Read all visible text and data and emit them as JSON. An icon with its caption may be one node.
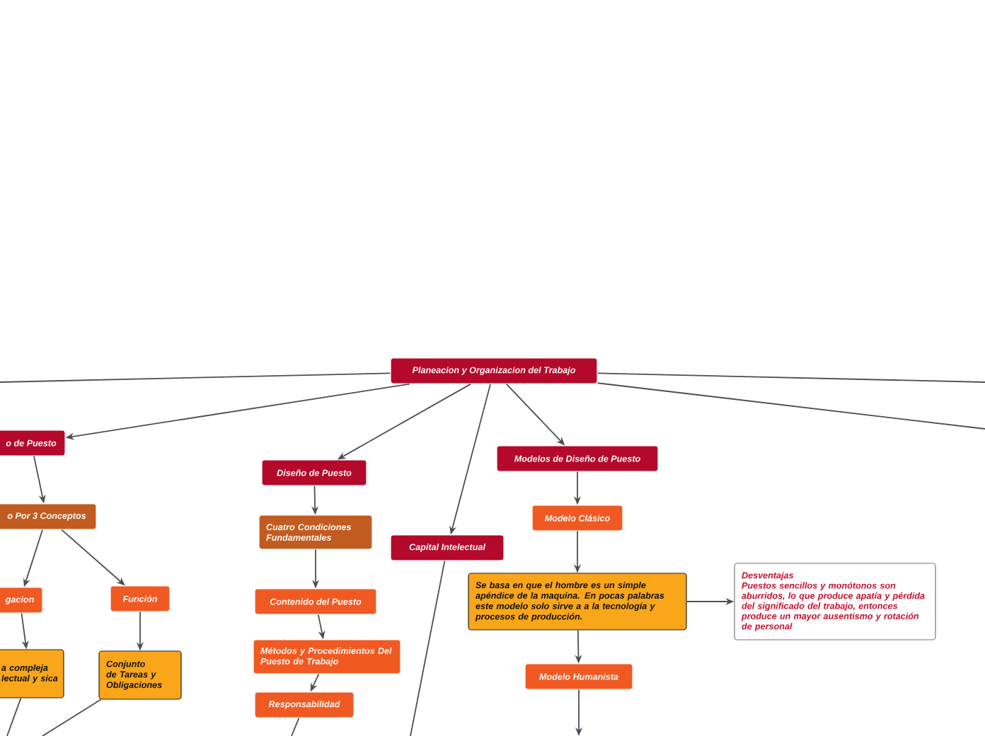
{
  "diagram": {
    "nodes": [
      {
        "text": [
          "Planeacion y Organizacion del Trabajo"
        ]
      },
      {
        "text": [
          "o de Puesto"
        ]
      },
      {
        "text": [
          "Diseño de Puesto"
        ]
      },
      {
        "text": [
          "Capital Intelectual"
        ]
      },
      {
        "text": [
          "Modelos de Diseño de Puesto"
        ]
      },
      {
        "text": [
          "o Por 3 Conceptos"
        ]
      },
      {
        "text": [
          "gacion"
        ]
      },
      {
        "text": [
          "Función"
        ]
      },
      {
        "text": [
          "a compleja lectual y sica"
        ]
      },
      {
        "text": [
          "Conjunto de Tareas y Obligaciones"
        ]
      },
      {
        "text": [
          "Cuatro Condiciones Fundamentales"
        ]
      },
      {
        "text": [
          "Contenido del Puesto"
        ]
      },
      {
        "text": [
          "Métodos y Procedimientos Del Puesto de Trabajo"
        ]
      },
      {
        "text": [
          "Responsabilidad"
        ]
      },
      {
        "text": [
          "Modelo Clásico"
        ]
      },
      {
        "text": [
          "Se basa en que el hombre es un simple apéndice de la maquina. En pocas palabras este modelo solo sirve a a la tecnología y procesos de producción."
        ]
      },
      {
        "text": [
          "Desventajas",
          "Puestos sencillos y monótonos son aburridos, lo que produce apatía y pérdida del significado del trabajo, entonces produce un mayor ausentismo y rotación de personal"
        ]
      },
      {
        "text": [
          "Modelo Humanista"
        ]
      }
    ],
    "edges": [
      {
        "from": 0,
        "to": null,
        "arrow": "none"
      },
      {
        "from": 0,
        "to": 1,
        "arrow": "to"
      },
      {
        "from": 0,
        "to": 2,
        "arrow": "to"
      },
      {
        "from": 0,
        "to": 3,
        "arrow": "to"
      },
      {
        "from": 0,
        "to": 4,
        "arrow": "to"
      },
      {
        "from": 0,
        "to": null,
        "arrow": "none"
      },
      {
        "from": 0,
        "to": null,
        "arrow": "none"
      },
      {
        "from": 1,
        "to": 5,
        "arrow": "to"
      },
      {
        "from": 5,
        "to": 6,
        "arrow": "to"
      },
      {
        "from": 5,
        "to": 7,
        "arrow": "to"
      },
      {
        "from": 6,
        "to": 8,
        "arrow": "to"
      },
      {
        "from": 7,
        "to": 9,
        "arrow": "to"
      },
      {
        "from": 8,
        "to": null,
        "arrow": "none"
      },
      {
        "from": 9,
        "to": null,
        "arrow": "none"
      },
      {
        "from": 2,
        "to": 10,
        "arrow": "to"
      },
      {
        "from": 10,
        "to": 11,
        "arrow": "to"
      },
      {
        "from": 11,
        "to": 12,
        "arrow": "to"
      },
      {
        "from": 12,
        "to": 13,
        "arrow": "to"
      },
      {
        "from": 13,
        "to": null,
        "arrow": "none"
      },
      {
        "from": 3,
        "to": null,
        "arrow": "none"
      },
      {
        "from": 4,
        "to": 14,
        "arrow": "to"
      },
      {
        "from": 14,
        "to": 15,
        "arrow": "to"
      },
      {
        "from": 15,
        "to": 16,
        "arrow": "to"
      },
      {
        "from": 15,
        "to": 17,
        "arrow": "to"
      },
      {
        "from": 17,
        "to": null,
        "arrow": "to"
      }
    ]
  }
}
